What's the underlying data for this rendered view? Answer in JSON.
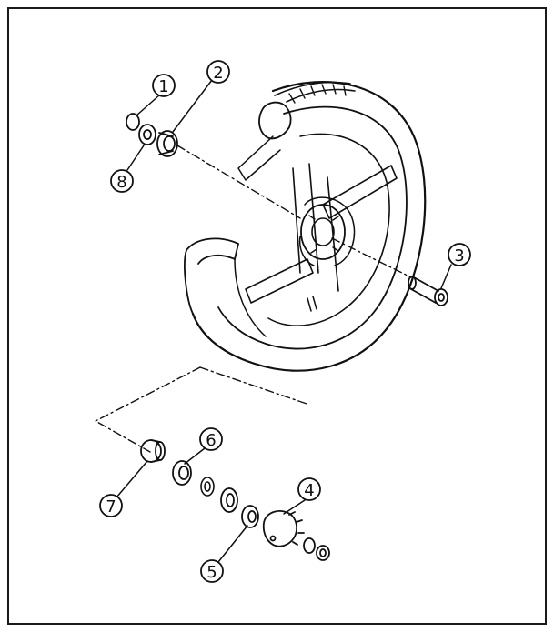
{
  "diagram": {
    "callouts": [
      {
        "id": "1",
        "label": "1",
        "part": "spacer"
      },
      {
        "id": "2",
        "label": "2",
        "part": "bearing"
      },
      {
        "id": "3",
        "label": "3",
        "part": "spacer"
      },
      {
        "id": "4",
        "label": "4",
        "part": "gear-unit"
      },
      {
        "id": "5",
        "label": "5",
        "part": "bearing"
      },
      {
        "id": "6",
        "label": "6",
        "part": "bearing"
      },
      {
        "id": "7",
        "label": "7",
        "part": "collar"
      },
      {
        "id": "8",
        "label": "8",
        "part": "oil-seal"
      }
    ],
    "line_color": "#111111",
    "paper_color": "#ffffff"
  }
}
